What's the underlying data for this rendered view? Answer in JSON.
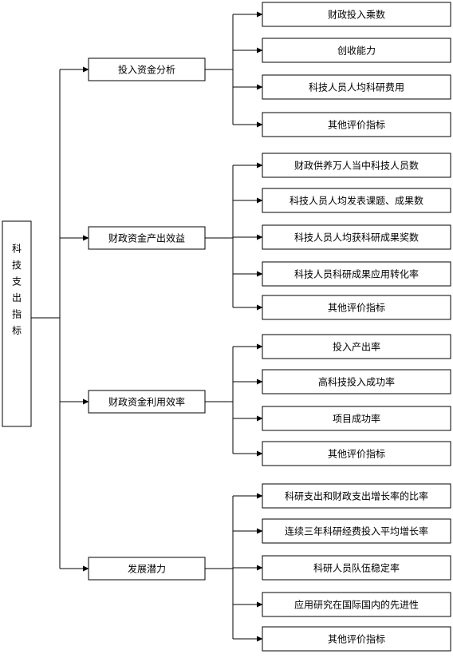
{
  "root": {
    "label": [
      "科",
      "技",
      "支",
      "出",
      "指",
      "标"
    ]
  },
  "categories": [
    {
      "label": "投入资金分析",
      "items": [
        "财政投入乘数",
        "创收能力",
        "科技人员人均科研费用",
        "其他评价指标"
      ]
    },
    {
      "label": "财政资金产出效益",
      "items": [
        "财政供养万人当中科技人员数",
        "科技人员人均发表课题、成果数",
        "科技人员人均获科研成果奖数",
        "科技人员科研成果应用转化率",
        "其他评价指标"
      ]
    },
    {
      "label": "财政资金利用效率",
      "items": [
        "投入产出率",
        "高科技投入成功率",
        "项目成功率",
        "其他评价指标"
      ]
    },
    {
      "label": "发展潜力",
      "items": [
        "科研支出和财政支出增长率的比率",
        "连续三年科研经费投入平均增长率",
        "科研人员队伍稳定率",
        "应用研究在国际国内的先进性",
        "其他评价指标"
      ]
    }
  ],
  "colors": {
    "stroke": "#000000",
    "fill": "#ffffff"
  }
}
